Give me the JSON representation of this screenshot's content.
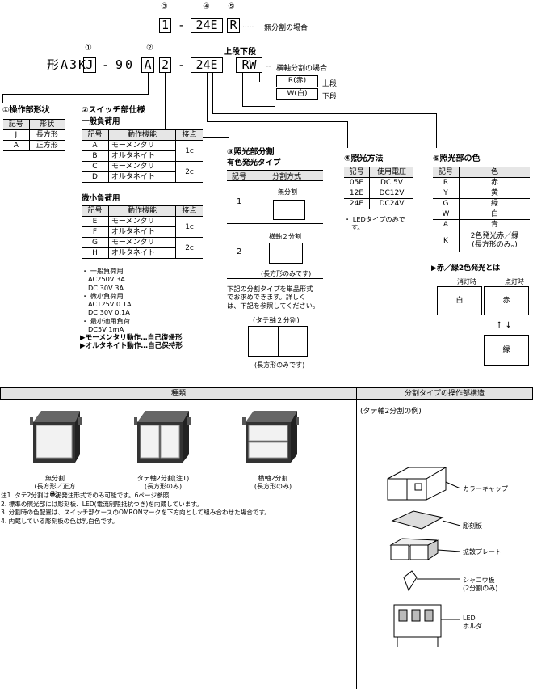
{
  "code_top": {
    "circle_labels": [
      "③",
      "④",
      "⑤"
    ],
    "parts": [
      "1",
      "-",
      "24E",
      "R"
    ],
    "dots": ".....",
    "caption": "無分割の場合"
  },
  "code_main": {
    "circle_labels": [
      "①",
      "②"
    ],
    "prefix": "形A3K",
    "parts": [
      "J",
      "-",
      "90",
      "A",
      "2",
      "-",
      "24E",
      "RW"
    ],
    "dots": "--",
    "caption": "横軸分割の場合",
    "upper_lower_label": "上段下段",
    "color_rows": [
      {
        "box": "R(赤)",
        "label": "上段"
      },
      {
        "box": "W(白)",
        "label": "下段"
      }
    ]
  },
  "section1": {
    "title": "①操作部形状",
    "headers": [
      "記号",
      "形状"
    ],
    "rows": [
      [
        "J",
        "長方形"
      ],
      [
        "A",
        "正方形"
      ]
    ]
  },
  "section2": {
    "title": "②スイッチ部仕様",
    "general_title": "一般負荷用",
    "micro_title": "微小負荷用",
    "headers": [
      "記号",
      "動作機能",
      "接点"
    ],
    "general_rows": [
      {
        "code": "A",
        "func": "モーメンタリ",
        "contact": "1c"
      },
      {
        "code": "B",
        "func": "オルタネイト",
        "contact": ""
      },
      {
        "code": "C",
        "func": "モーメンタリ",
        "contact": "2c"
      },
      {
        "code": "D",
        "func": "オルタネイト",
        "contact": ""
      }
    ],
    "micro_rows": [
      {
        "code": "E",
        "func": "モーメンタリ",
        "contact": "1c"
      },
      {
        "code": "F",
        "func": "オルタネイト",
        "contact": ""
      },
      {
        "code": "G",
        "func": "モーメンタリ",
        "contact": "2c"
      },
      {
        "code": "H",
        "func": "オルタネイト",
        "contact": ""
      }
    ],
    "notes": [
      "・ 一般負荷用",
      "AC250V 3A",
      "DC 30V 3A",
      "・ 微小負荷用",
      "AC125V 0.1A",
      "DC 30V 0.1A",
      "・ 最小適用負荷",
      "DC5V 1mA"
    ],
    "legend": [
      "▶モーメンタリ動作…自己復帰形",
      "▶オルタネイト動作…自己保持形"
    ]
  },
  "section3": {
    "title": "③照光部分割",
    "subtitle": "有色発光タイプ",
    "headers": [
      "記号",
      "分割方式"
    ],
    "rows": [
      {
        "code": "1",
        "label": "無分割"
      },
      {
        "code": "2",
        "label": "横軸２分割",
        "sub": "(長方形のみです)"
      }
    ],
    "note": [
      "下記の分割タイプを単品形式",
      "でお求めできます。詳しく",
      "は、下記を参照してください。"
    ],
    "vertical_label": "(タテ軸２分割)",
    "vertical_sub": "(長方形のみです)"
  },
  "section4": {
    "title": "④照光方法",
    "headers": [
      "記号",
      "使用電圧"
    ],
    "rows": [
      [
        "05E",
        "DC 5V"
      ],
      [
        "12E",
        "DC12V"
      ],
      [
        "24E",
        "DC24V"
      ]
    ],
    "note": [
      "・ LEDタイプのみで",
      "す。"
    ]
  },
  "section5": {
    "title": "⑤照光部の色",
    "headers": [
      "記号",
      "色"
    ],
    "rows": [
      [
        "R",
        "赤"
      ],
      [
        "Y",
        "黄"
      ],
      [
        "G",
        "緑"
      ],
      [
        "W",
        "白"
      ],
      [
        "A",
        "青"
      ]
    ],
    "k_row": {
      "code": "K",
      "lines": [
        "2色発光赤／緑",
        "(長方形のみ。)"
      ]
    },
    "bicolor_title": "▶赤／緑2色発光とは",
    "off_label": "消灯時",
    "on_label": "点灯時",
    "off_color": "白",
    "on_color": "赤",
    "arrows": "↑  ↓",
    "alt_color": "緑"
  },
  "bottom": {
    "left_header": "種類",
    "right_header": "分割タイプの操作部構造",
    "products": [
      {
        "lines": [
          "無分割",
          "(長方形／正方形)"
        ]
      },
      {
        "lines": [
          "タテ軸2分割(注1)",
          "(長方形のみ)"
        ]
      },
      {
        "lines": [
          "横軸2分割",
          "(長方形のみ)"
        ]
      }
    ],
    "notes": [
      "注1. タテ2分割は単品発注形式でのみ可能です。6ページ参照",
      "  2. 標準の照光部には彫刻板、LED(電流制限抵抗つき)を内蔵しています。",
      "  3. 分割時の色配置は、スイッチ部ケースのOMRONマークを下方向として組み合わせた場合です。",
      "  4. 内蔵している彫刻板の色は乳白色です。"
    ],
    "structure_title": "(タテ軸2分割の例)",
    "parts": [
      "カラーキャップ",
      "彫刻板",
      "拡散プレート",
      "シャコウ板",
      "(2分割のみ)",
      "LED",
      "ホルダ"
    ]
  }
}
